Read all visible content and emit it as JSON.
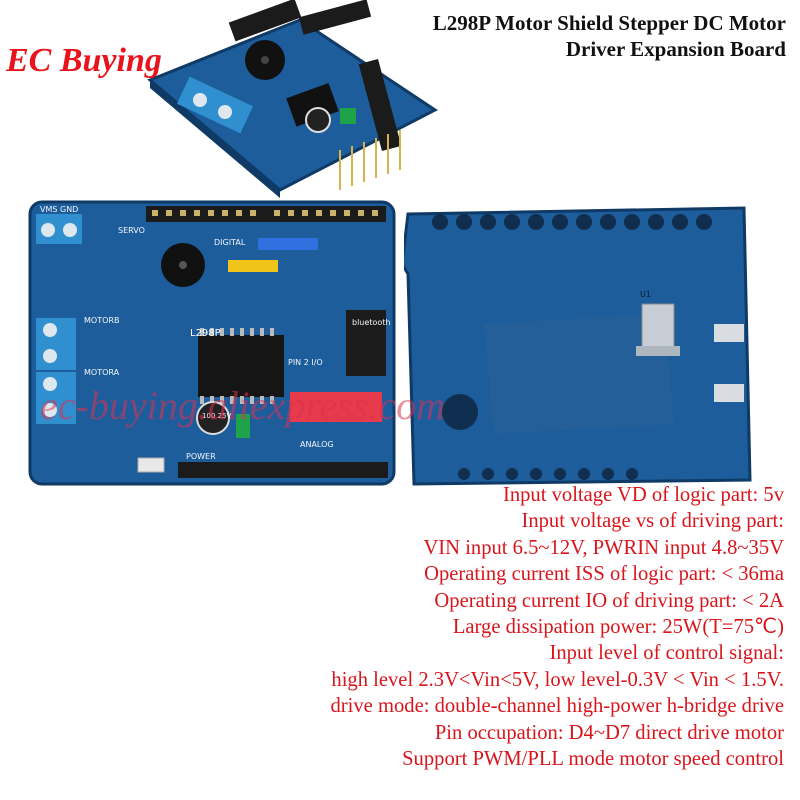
{
  "brand": "EC Buying",
  "title": "L298P Motor Shield Stepper DC Motor Driver Expansion Board",
  "watermark": "ec-buying.aliexpress.com",
  "board": {
    "chip_label": "L298P",
    "cap_label": "100 25V",
    "header_digital": "DIGITAL",
    "header_analog": "ANALOG",
    "header_power": "POWER",
    "bluetooth": "bluetooth",
    "motor_b": "MOTORB",
    "motor_a": "MOTORA",
    "servo": "SERVO",
    "vms_gnd": "VMS GND",
    "pin_io": "PIN 2 I/O",
    "bottom_chip": "U1",
    "colors": {
      "pcb": "#1d5d9b",
      "pcb_dark": "#143f6e",
      "terminal": "#2f8fcf",
      "header": "#1b1b1b",
      "brand_red": "#e8141b",
      "spec_red": "#d9151c"
    }
  },
  "specs": [
    "Input voltage VD of logic part: 5v",
    "Input voltage vs of driving part:",
    "VIN input 6.5~12V, PWRIN input 4.8~35V",
    "Operating current ISS of logic part: < 36ma",
    "Operating current IO of driving part: < 2A",
    "Large dissipation power: 25W(T=75℃)",
    "Input level of control signal:",
    "high level 2.3V<Vin<5V, low level-0.3V < Vin < 1.5V.",
    "drive mode: double-channel high-power h-bridge drive",
    "Pin occupation: D4~D7 direct drive motor",
    "Support PWM/PLL mode motor speed control"
  ]
}
